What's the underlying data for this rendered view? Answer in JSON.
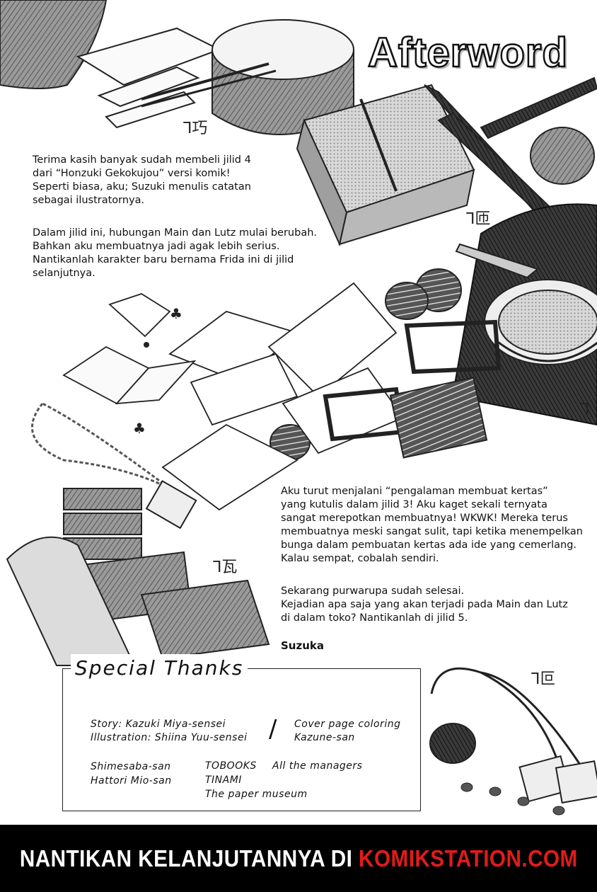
{
  "page": {
    "title": "Afterword",
    "intro": [
      "Terima kasih banyak sudah membeli jilid 4",
      "dari “Honzuki Gekokujou” versi komik!",
      "Seperti biasa, aku; Suzuki menulis catatan",
      "sebagai ilustratornya."
    ],
    "paragraph2": [
      "Dalam jilid ini, hubungan Main dan Lutz mulai berubah.",
      "Bahkan aku membuatnya jadi agak lebih serius.",
      "Nantikanlah karakter baru bernama Frida ini di jilid",
      "selanjutnya."
    ],
    "paragraph3": [
      "Aku turut menjalani “pengalaman membuat kertas”",
      "yang kutulis dalam jilid 3! Aku kaget sekali ternyata",
      "sangat merepotkan membuatnya! WKWK! Mereka terus",
      "membuatnya meski sangat sulit, tapi ketika menempelkan",
      "bunga dalam pembuatan kertas ada ide yang cemerlang.",
      "Kalau sempat, cobalah sendiri."
    ],
    "paragraph4": [
      "Sekarang purwarupa sudah selesai.",
      "Kejadian apa saja yang akan terjadi pada Main dan Lutz",
      "di dalam toko? Nantikanlah di jilid 5."
    ],
    "signature": "Suzuka"
  },
  "special_thanks": {
    "title": "Special Thanks",
    "story": "Story: Kazuki Miya-sensei",
    "illustration": "Illustration: Shiina Yuu-sensei",
    "slash": "/",
    "cover_line1": "Cover page coloring",
    "cover_line2": "Kazune-san",
    "col1": [
      "Shimesaba-san",
      "Hattori Mio-san"
    ],
    "col2": [
      "TOBOOKS",
      "TINAMI",
      "The paper museum"
    ],
    "col3": [
      "All the managers"
    ]
  },
  "banner": {
    "prefix": "NANTIKAN KELANJUTANNYA DI ",
    "link": "KOMIKSTATION.COM",
    "link_color": "#e21b1b",
    "background": "#000000"
  }
}
